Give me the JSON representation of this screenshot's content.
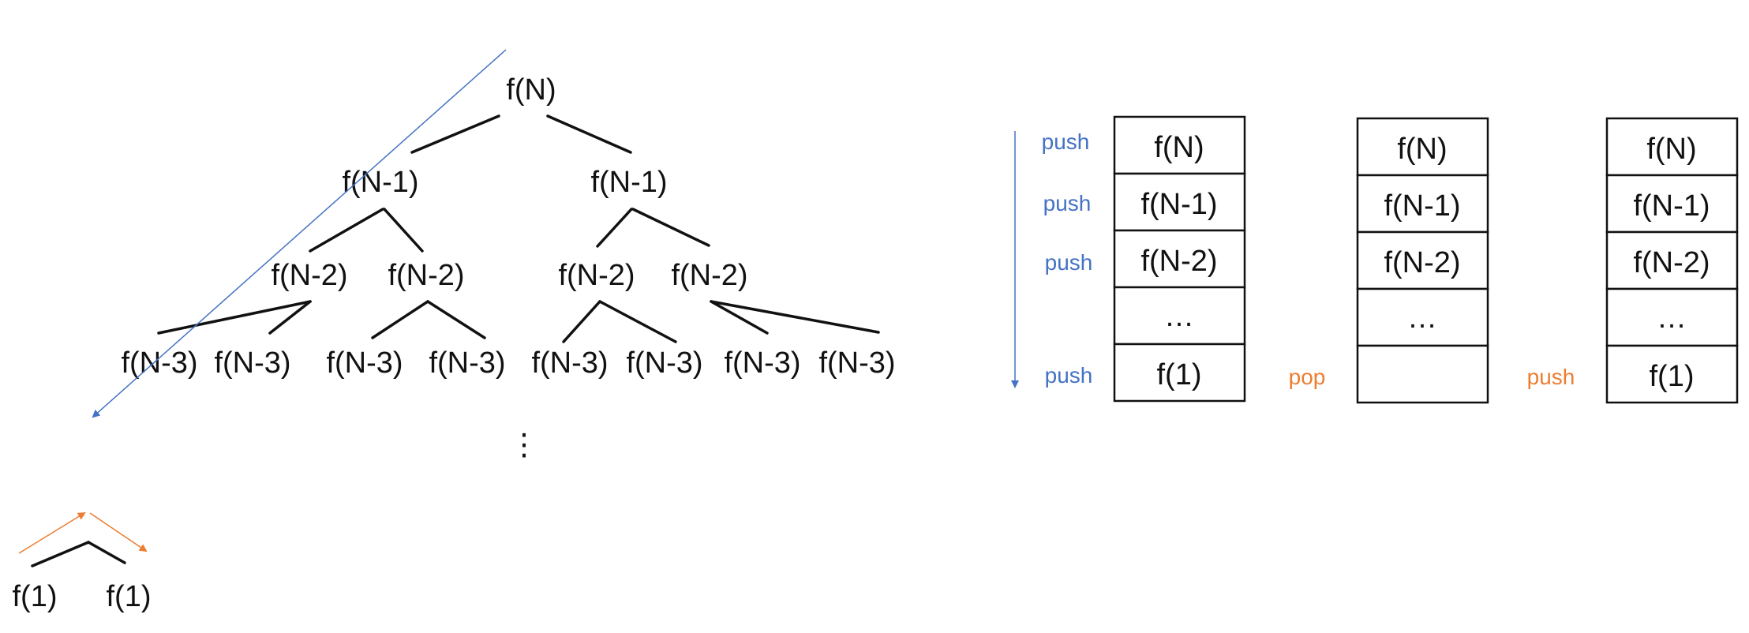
{
  "colors": {
    "push": "#4472C4",
    "pop": "#ED7D31",
    "line": "#111111"
  },
  "tree": {
    "root": "f(N)",
    "level1": [
      "f(N-1)",
      "f(N-1)"
    ],
    "level2": [
      "f(N-2)",
      "f(N-2)",
      "f(N-2)",
      "f(N-2)"
    ],
    "level3": [
      "f(N-3)",
      "f(N-3)",
      "f(N-3)",
      "f(N-3)",
      "f(N-3)",
      "f(N-3)",
      "f(N-3)",
      "f(N-3)"
    ],
    "ellipsis": "⋮",
    "leaves": [
      "f(1)",
      "f(1)"
    ]
  },
  "stacks": [
    {
      "cells": [
        "f(N)",
        "f(N-1)",
        "f(N-2)",
        "…",
        "f(1)"
      ]
    },
    {
      "cells": [
        "f(N)",
        "f(N-1)",
        "f(N-2)",
        "…",
        ""
      ]
    },
    {
      "cells": [
        "f(N)",
        "f(N-1)",
        "f(N-2)",
        "…",
        "f(1)"
      ]
    }
  ],
  "ops": {
    "push_labels": [
      "push",
      "push",
      "push",
      "push"
    ],
    "pop_label": "pop",
    "push_again_label": "push"
  }
}
